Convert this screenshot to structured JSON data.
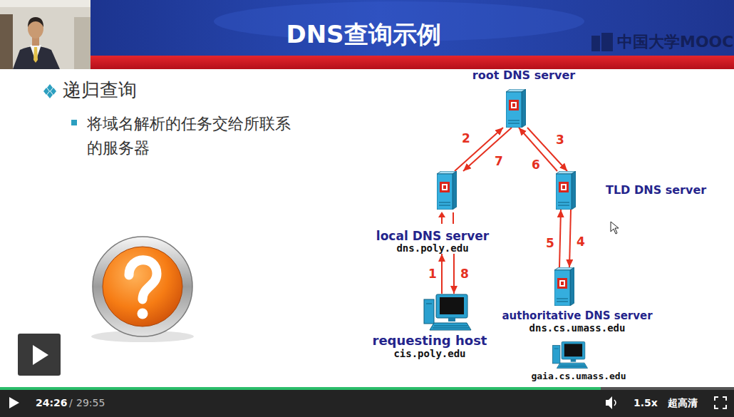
{
  "diagram": {
    "title": "DNS查询示例",
    "nodes": [
      {
        "text": [
          "root DNS server"
        ]
      },
      {
        "text": [
          "local DNS server",
          "dns.poly.edu"
        ]
      },
      {
        "text": [
          "TLD DNS server"
        ]
      },
      {
        "text": [
          "authoritative DNS server",
          "dns.cs.umass.edu"
        ]
      },
      {
        "text": [
          "requesting host",
          "cis.poly.edu"
        ]
      },
      {
        "text": [
          "gaia.cs.umass.edu"
        ]
      }
    ],
    "edges": [
      {
        "from": 4,
        "to": 1,
        "arrow": "to",
        "label": "1"
      },
      {
        "from": 1,
        "to": 0,
        "arrow": "to",
        "label": "2"
      },
      {
        "from": 0,
        "to": 2,
        "arrow": "to",
        "label": "3"
      },
      {
        "from": 2,
        "to": 3,
        "arrow": "to",
        "label": "4"
      },
      {
        "from": 3,
        "to": 2,
        "arrow": "to",
        "label": "5"
      },
      {
        "from": 2,
        "to": 0,
        "arrow": "to",
        "label": "6"
      },
      {
        "from": 0,
        "to": 1,
        "arrow": "to",
        "label": "7"
      },
      {
        "from": 1,
        "to": 4,
        "arrow": "to",
        "label": "8"
      }
    ],
    "labels": [
      "递归查询",
      "将域名解析的任务交给所联系 的服务器",
      "中国大学MOOC",
      "24:26",
      "/",
      "29:55",
      "1.5x",
      "超高清"
    ]
  }
}
